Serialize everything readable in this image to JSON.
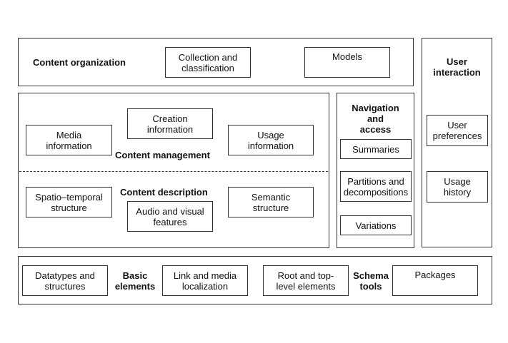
{
  "content_organization": {
    "label": "Content organization",
    "collection": "Collection and\nclassification",
    "models": "Models"
  },
  "user_interaction": {
    "label": "User\ninteraction",
    "preferences": "User\npreferences",
    "history": "Usage\nhistory"
  },
  "content_management": {
    "label": "Content management",
    "media": "Media\ninformation",
    "creation": "Creation\ninformation",
    "usage": "Usage\ninformation"
  },
  "content_description": {
    "label": "Content description",
    "spatio": "Spatio–temporal\nstructure",
    "audio": "Audio and visual\nfeatures",
    "semantic": "Semantic\nstructure"
  },
  "navigation": {
    "label": "Navigation\nand\naccess",
    "summaries": "Summaries",
    "partitions": "Partitions and\ndecompositions",
    "variations": "Variations"
  },
  "basic_elements": {
    "label": "Basic\nelements",
    "datatypes": "Datatypes and\nstructures",
    "link": "Link and media\nlocalization"
  },
  "schema_tools": {
    "label": "Schema\ntools",
    "root": "Root and top-\nlevel elements",
    "packages": "Packages"
  }
}
